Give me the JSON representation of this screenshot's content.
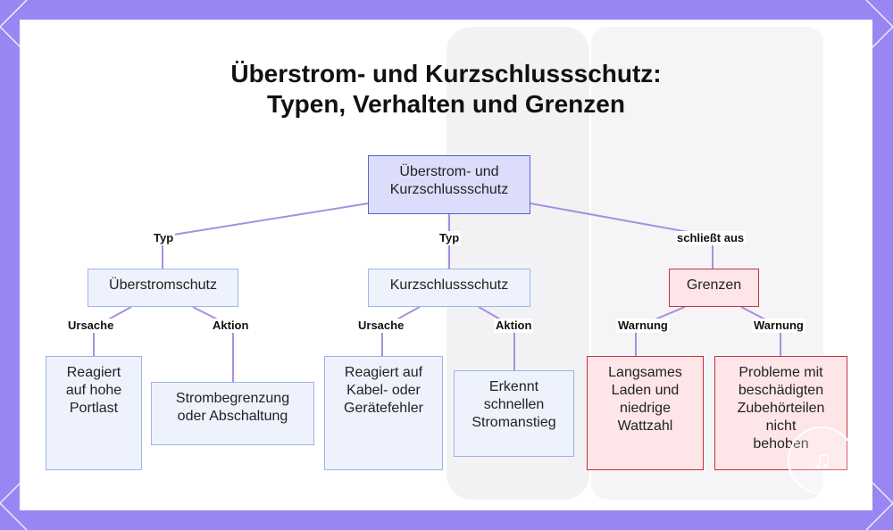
{
  "title": {
    "line1": "Überstrom- und Kurzschlussschutz:",
    "line2": "Typen, Verhalten und Grenzen"
  },
  "nodes": {
    "root": [
      "Überstrom- und",
      "Kurzschlussschutz"
    ],
    "overcurrent": [
      "Überstromschutz"
    ],
    "shortcircuit": [
      "Kurzschlussschutz"
    ],
    "limits": [
      "Grenzen"
    ],
    "oc_cause": [
      "Reagiert",
      "auf hohe",
      "Portlast"
    ],
    "oc_action": [
      "Strombegrenzung",
      "oder Abschaltung"
    ],
    "sc_cause": [
      "Reagiert auf",
      "Kabel- oder",
      "Gerätefehler"
    ],
    "sc_action": [
      "Erkennt",
      "schnellen",
      "Stromanstieg"
    ],
    "lim_warn1": [
      "Langsames",
      "Laden und",
      "niedrige",
      "Wattzahl"
    ],
    "lim_warn2": [
      "Probleme mit",
      "beschädigten",
      "Zubehörteilen",
      "nicht",
      "behoben"
    ]
  },
  "edge_labels": {
    "typ1": "Typ",
    "typ2": "Typ",
    "excludes": "schließt aus",
    "cause1": "Ursache",
    "action1": "Aktion",
    "cause2": "Ursache",
    "action2": "Aktion",
    "warn1": "Warnung",
    "warn2": "Warnung"
  },
  "colors": {
    "frame": "#9a86f2",
    "edge": "#a68fe0",
    "root_fill": "#dcdcfb",
    "root_border": "#5b61c8",
    "type_fill": "#eef2fd",
    "type_border": "#9db4ea",
    "limit_fill": "#fde5e8",
    "limit_border": "#c8303e"
  },
  "icons": {
    "badge": "music-note-icon"
  }
}
